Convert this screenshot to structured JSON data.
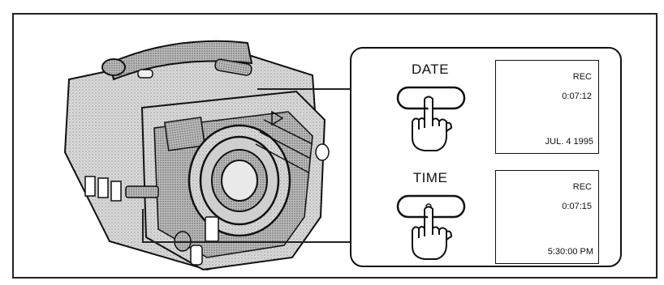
{
  "date_button": {
    "label": "DATE",
    "screen": {
      "rec": "REC",
      "counter": "0:07:12",
      "bottom": "JUL. 4 1995"
    }
  },
  "time_button": {
    "label": "TIME",
    "screen": {
      "rec": "REC",
      "counter": "0:07:15",
      "bottom": "5:30:00 PM"
    }
  },
  "icons": {
    "camera": "camcorder-illustration",
    "date_hand": "hand-pressing-button-icon",
    "time_hand": "hand-pressing-button-icon"
  }
}
